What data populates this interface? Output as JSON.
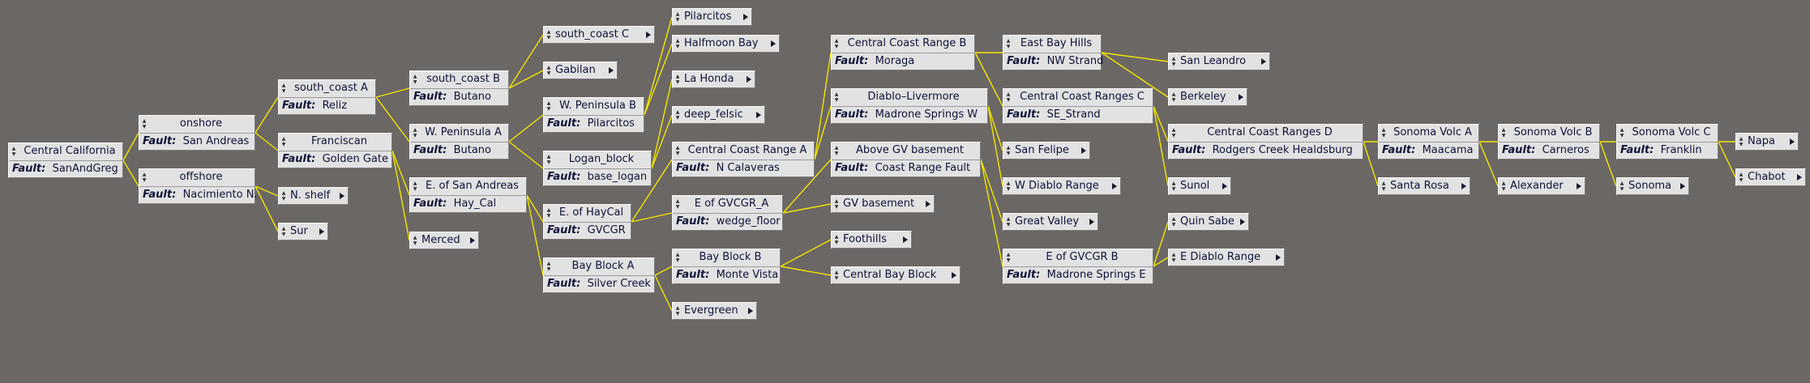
{
  "fault_label": "Fault:",
  "nodes": [
    {
      "id": "central-california",
      "name": "Central California",
      "fault": "SanAndGreg"
    },
    {
      "id": "onshore",
      "name": "onshore",
      "fault": "San Andreas"
    },
    {
      "id": "offshore",
      "name": "offshore",
      "fault": "Nacimiento N."
    },
    {
      "id": "south-coast-a",
      "name": "south_coast A",
      "fault": "Reliz"
    },
    {
      "id": "franciscan",
      "name": "Franciscan",
      "fault": "Golden Gate"
    },
    {
      "id": "n-shelf",
      "name": "N. shelf"
    },
    {
      "id": "sur",
      "name": "Sur"
    },
    {
      "id": "south-coast-b",
      "name": "south_coast B",
      "fault": "Butano"
    },
    {
      "id": "w-peninsula-a",
      "name": "W. Peninsula A",
      "fault": "Butano"
    },
    {
      "id": "e-of-san-andreas",
      "name": "E. of San Andreas",
      "fault": "Hay_Cal"
    },
    {
      "id": "merced",
      "name": "Merced"
    },
    {
      "id": "south-coast-c",
      "name": "south_coast C"
    },
    {
      "id": "gabilan",
      "name": "Gabilan"
    },
    {
      "id": "w-peninsula-b",
      "name": "W. Peninsula B",
      "fault": "Pilarcitos"
    },
    {
      "id": "logan-block",
      "name": "Logan_block",
      "fault": "base_logan"
    },
    {
      "id": "e-of-haycal",
      "name": "E. of HayCal",
      "fault": "GVCGR"
    },
    {
      "id": "bay-block-a",
      "name": "Bay Block A",
      "fault": "Silver Creek"
    },
    {
      "id": "pilarcitos",
      "name": "Pilarcitos"
    },
    {
      "id": "halfmoon-bay",
      "name": "Halfmoon Bay"
    },
    {
      "id": "la-honda",
      "name": "La Honda"
    },
    {
      "id": "deep-felsic",
      "name": "deep_felsic"
    },
    {
      "id": "central-coast-range-a",
      "name": "Central Coast Range A",
      "fault": "N Calaveras"
    },
    {
      "id": "e-of-gvcgr-a",
      "name": "E of GVCGR_A",
      "fault": "wedge_floor"
    },
    {
      "id": "bay-block-b",
      "name": "Bay Block B",
      "fault": "Monte Vista"
    },
    {
      "id": "evergreen",
      "name": "Evergreen"
    },
    {
      "id": "central-coast-range-b",
      "name": "Central Coast Range B",
      "fault": "Moraga"
    },
    {
      "id": "diablo-livermore",
      "name": "Diablo–Livermore",
      "fault": "Madrone Springs W"
    },
    {
      "id": "above-gv-basement",
      "name": "Above GV basement",
      "fault": "Coast Range Fault"
    },
    {
      "id": "gv-basement",
      "name": "GV basement"
    },
    {
      "id": "foothills",
      "name": "Foothills"
    },
    {
      "id": "central-bay-block",
      "name": "Central Bay Block"
    },
    {
      "id": "east-bay-hills",
      "name": "East Bay Hills",
      "fault": "NW Strand"
    },
    {
      "id": "central-coast-ranges-c",
      "name": "Central Coast Ranges C",
      "fault": "SE_Strand"
    },
    {
      "id": "san-felipe",
      "name": "San Felipe"
    },
    {
      "id": "w-diablo-range",
      "name": "W Diablo Range"
    },
    {
      "id": "great-valley",
      "name": "Great Valley"
    },
    {
      "id": "e-of-gvcgr-b",
      "name": "E of GVCGR B",
      "fault": "Madrone Springs E"
    },
    {
      "id": "san-leandro",
      "name": "San Leandro"
    },
    {
      "id": "berkeley",
      "name": "Berkeley"
    },
    {
      "id": "central-coast-ranges-d",
      "name": "Central Coast Ranges D",
      "fault": "Rodgers Creek Healdsburg"
    },
    {
      "id": "sunol",
      "name": "Sunol"
    },
    {
      "id": "quin-sabe",
      "name": "Quin Sabe"
    },
    {
      "id": "e-diablo-range",
      "name": "E Diablo Range"
    },
    {
      "id": "sonoma-volc-a",
      "name": "Sonoma Volc A",
      "fault": "Maacama"
    },
    {
      "id": "santa-rosa",
      "name": "Santa Rosa"
    },
    {
      "id": "sonoma-volc-b",
      "name": "Sonoma Volc B",
      "fault": "Carneros"
    },
    {
      "id": "alexander",
      "name": "Alexander"
    },
    {
      "id": "sonoma-volc-c",
      "name": "Sonoma Volc C",
      "fault": "Franklin"
    },
    {
      "id": "sonoma",
      "name": "Sonoma"
    },
    {
      "id": "napa",
      "name": "Napa"
    },
    {
      "id": "chabot",
      "name": "Chabot"
    }
  ],
  "edges": [
    [
      "central-california",
      "onshore"
    ],
    [
      "central-california",
      "offshore"
    ],
    [
      "onshore",
      "south-coast-a"
    ],
    [
      "onshore",
      "franciscan"
    ],
    [
      "offshore",
      "n-shelf"
    ],
    [
      "offshore",
      "sur"
    ],
    [
      "south-coast-a",
      "south-coast-b"
    ],
    [
      "south-coast-a",
      "w-peninsula-a"
    ],
    [
      "franciscan",
      "e-of-san-andreas"
    ],
    [
      "franciscan",
      "merced"
    ],
    [
      "south-coast-b",
      "south-coast-c"
    ],
    [
      "south-coast-b",
      "gabilan"
    ],
    [
      "w-peninsula-a",
      "w-peninsula-b"
    ],
    [
      "w-peninsula-a",
      "logan-block"
    ],
    [
      "e-of-san-andreas",
      "e-of-haycal"
    ],
    [
      "e-of-san-andreas",
      "bay-block-a"
    ],
    [
      "w-peninsula-b",
      "pilarcitos"
    ],
    [
      "w-peninsula-b",
      "halfmoon-bay"
    ],
    [
      "logan-block",
      "la-honda"
    ],
    [
      "logan-block",
      "deep-felsic"
    ],
    [
      "e-of-haycal",
      "central-coast-range-a"
    ],
    [
      "e-of-haycal",
      "e-of-gvcgr-a"
    ],
    [
      "bay-block-a",
      "bay-block-b"
    ],
    [
      "bay-block-a",
      "evergreen"
    ],
    [
      "central-coast-range-a",
      "central-coast-range-b"
    ],
    [
      "central-coast-range-a",
      "diablo-livermore"
    ],
    [
      "e-of-gvcgr-a",
      "above-gv-basement"
    ],
    [
      "e-of-gvcgr-a",
      "gv-basement"
    ],
    [
      "bay-block-b",
      "foothills"
    ],
    [
      "bay-block-b",
      "central-bay-block"
    ],
    [
      "central-coast-range-b",
      "east-bay-hills"
    ],
    [
      "central-coast-range-b",
      "central-coast-ranges-c"
    ],
    [
      "diablo-livermore",
      "san-felipe"
    ],
    [
      "diablo-livermore",
      "w-diablo-range"
    ],
    [
      "above-gv-basement",
      "great-valley"
    ],
    [
      "above-gv-basement",
      "e-of-gvcgr-b"
    ],
    [
      "east-bay-hills",
      "san-leandro"
    ],
    [
      "east-bay-hills",
      "berkeley"
    ],
    [
      "central-coast-ranges-c",
      "central-coast-ranges-d"
    ],
    [
      "central-coast-ranges-c",
      "sunol"
    ],
    [
      "e-of-gvcgr-b",
      "quin-sabe"
    ],
    [
      "e-of-gvcgr-b",
      "e-diablo-range"
    ],
    [
      "central-coast-ranges-d",
      "sonoma-volc-a"
    ],
    [
      "central-coast-ranges-d",
      "santa-rosa"
    ],
    [
      "sonoma-volc-a",
      "sonoma-volc-b"
    ],
    [
      "sonoma-volc-a",
      "alexander"
    ],
    [
      "sonoma-volc-b",
      "sonoma-volc-c"
    ],
    [
      "sonoma-volc-b",
      "sonoma"
    ],
    [
      "sonoma-volc-c",
      "napa"
    ],
    [
      "sonoma-volc-c",
      "chabot"
    ]
  ],
  "colors": {
    "background": "#6b6765",
    "edge": "#f2e600",
    "node": "#e2e2e2",
    "text": "#0e1238"
  }
}
